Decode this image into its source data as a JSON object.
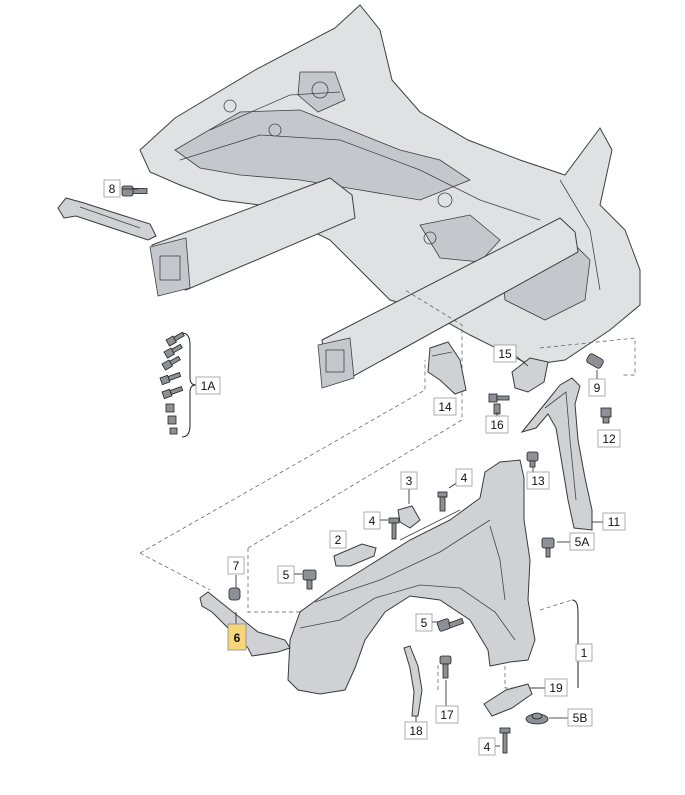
{
  "diagram": {
    "labels": {
      "p1": "1",
      "p1a": "1A",
      "p2": "2",
      "p3": "3",
      "p4a": "4",
      "p4b": "4",
      "p4c": "4",
      "p5a": "5",
      "p5b": "5",
      "p5A": "5A",
      "p5B": "5B",
      "p6": "6",
      "p7": "7",
      "p8": "8",
      "p9": "9",
      "p11": "11",
      "p12": "12",
      "p13": "13",
      "p14": "14",
      "p15": "15",
      "p16": "16",
      "p17": "17",
      "p18": "18",
      "p19": "19"
    },
    "colors": {
      "highlight_label_bg": "#f6d679",
      "part_fill": "#cfd1d4",
      "line": "#3a3a3a"
    }
  }
}
